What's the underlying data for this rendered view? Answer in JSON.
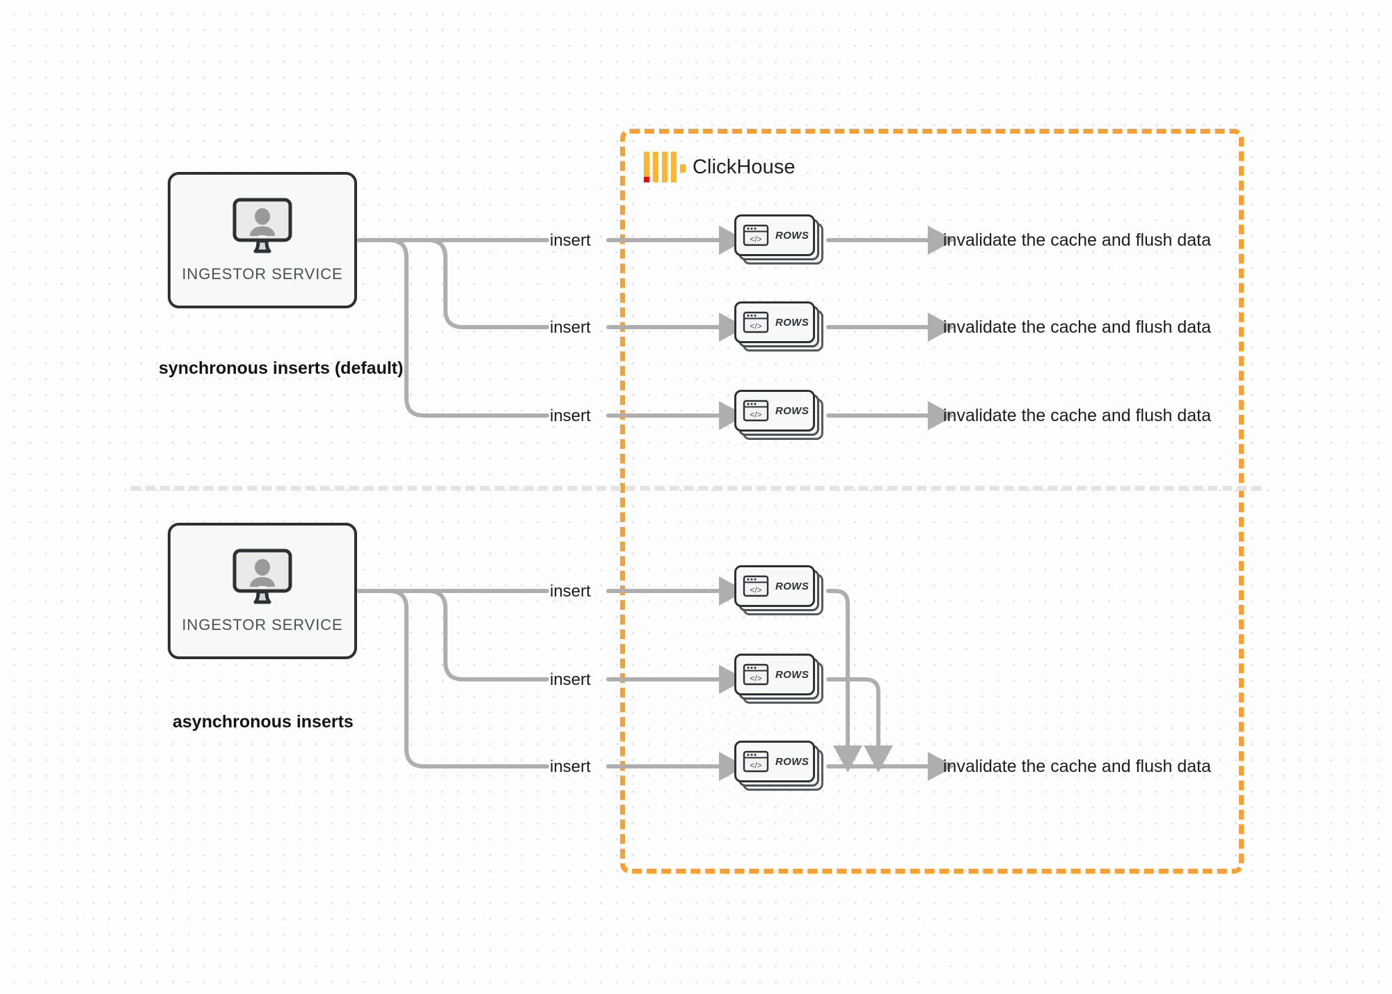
{
  "diagram": {
    "title": "ClickHouse synchronous vs asynchronous inserts",
    "colors": {
      "boundary_orange": "#f8a033",
      "logo_orange": "#ffb432",
      "logo_red": "#ef0013",
      "wire_gray": "#aeaeae",
      "box_outline": "#2d3134",
      "divider_gray": "#e3e3e3",
      "background": "#fdfdfd",
      "dot_grid": "#e4e0e0"
    }
  },
  "clickhouse": {
    "wordmark": "ClickHouse",
    "logo_name": "clickhouse-logo"
  },
  "sections": [
    {
      "id": "synchronous",
      "caption": "synchronous inserts (default)",
      "service": {
        "label": "INGESTOR SERVICE",
        "icon": "monitor-user-icon"
      },
      "flows": [
        {
          "insert_label": "insert",
          "rows_label": "ROWS",
          "result_label": "invalidate the cache and flush data"
        },
        {
          "insert_label": "insert",
          "rows_label": "ROWS",
          "result_label": "invalidate the cache and flush data"
        },
        {
          "insert_label": "insert",
          "rows_label": "ROWS",
          "result_label": "invalidate the cache and flush data"
        }
      ]
    },
    {
      "id": "asynchronous",
      "caption": "asynchronous inserts",
      "service": {
        "label": "INGESTOR SERVICE",
        "icon": "monitor-user-icon"
      },
      "flows": [
        {
          "insert_label": "insert",
          "rows_label": "ROWS",
          "result_label": ""
        },
        {
          "insert_label": "insert",
          "rows_label": "ROWS",
          "result_label": ""
        },
        {
          "insert_label": "insert",
          "rows_label": "ROWS",
          "result_label": "invalidate the cache and flush data"
        }
      ],
      "merged_result_label": "invalidate the cache and flush data"
    }
  ]
}
